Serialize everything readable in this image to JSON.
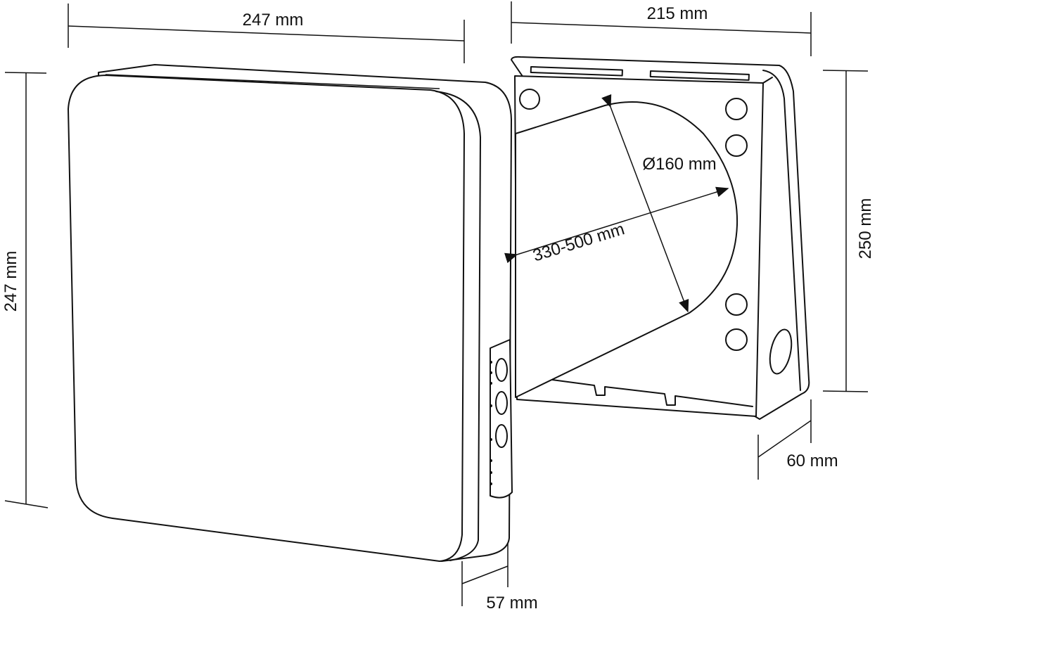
{
  "dimensions": {
    "front_width": "247 mm",
    "front_height": "247 mm",
    "front_depth": "57 mm",
    "back_width": "215 mm",
    "back_height": "250 mm",
    "back_depth": "60 mm",
    "duct_diameter": "Ø160 mm",
    "wall_thickness": "330-500 mm"
  },
  "colors": {
    "line": "#111111",
    "background": "#ffffff"
  }
}
